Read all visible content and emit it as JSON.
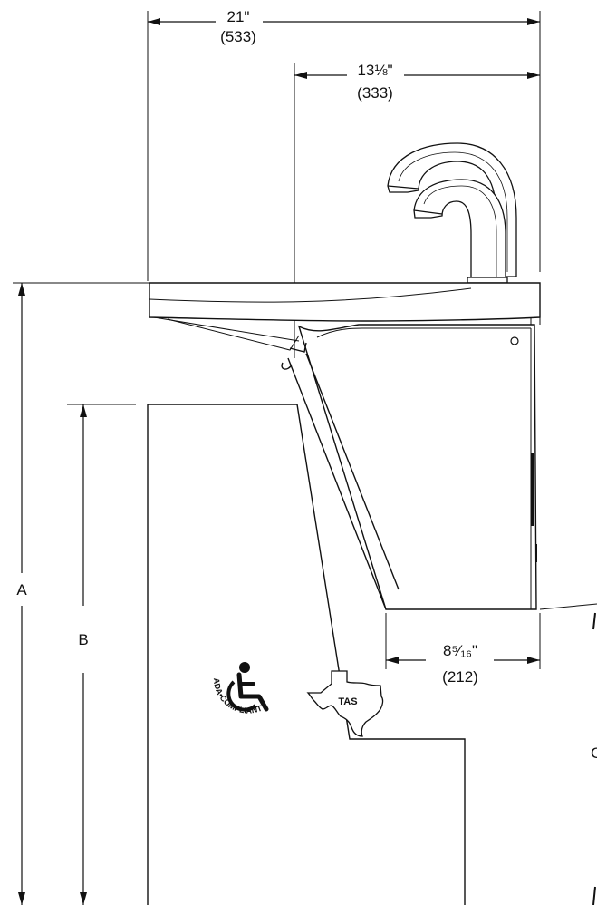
{
  "dimensions": {
    "overall_width": {
      "imperial": "21\"",
      "metric": "(533)"
    },
    "faucet_to_back": {
      "imperial": "13⅛\"",
      "metric": "(333)"
    },
    "housing_depth": {
      "imperial": "8⁵⁄₁₆\"",
      "metric": "(212)"
    },
    "height_a_label": "A",
    "height_b_label": "B",
    "height_c_label": "C"
  },
  "badges": {
    "ada_text": "ADA•COMPLIANT",
    "tas_text": "TAS"
  }
}
